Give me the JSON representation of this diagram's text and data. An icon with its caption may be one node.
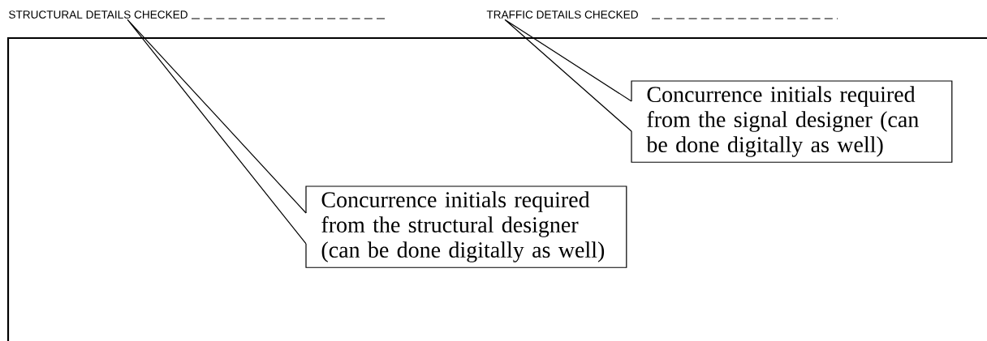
{
  "diagram": {
    "nodes": [
      {
        "text": [
          "STRUCTURAL DETAILS CHECKED"
        ]
      },
      {
        "text": [
          "TRAFFIC DETAILS CHECKED"
        ]
      },
      {
        "text": [
          "Concurrence initials required from the signal designer (can be done digitally as well)"
        ]
      },
      {
        "text": [
          "Concurrence initials required from the structural designer (can be done digitally as well)"
        ]
      }
    ],
    "edges": [
      {
        "from": 2,
        "to": 1,
        "arrow": "none"
      },
      {
        "from": 3,
        "to": 0,
        "arrow": "none"
      }
    ]
  }
}
